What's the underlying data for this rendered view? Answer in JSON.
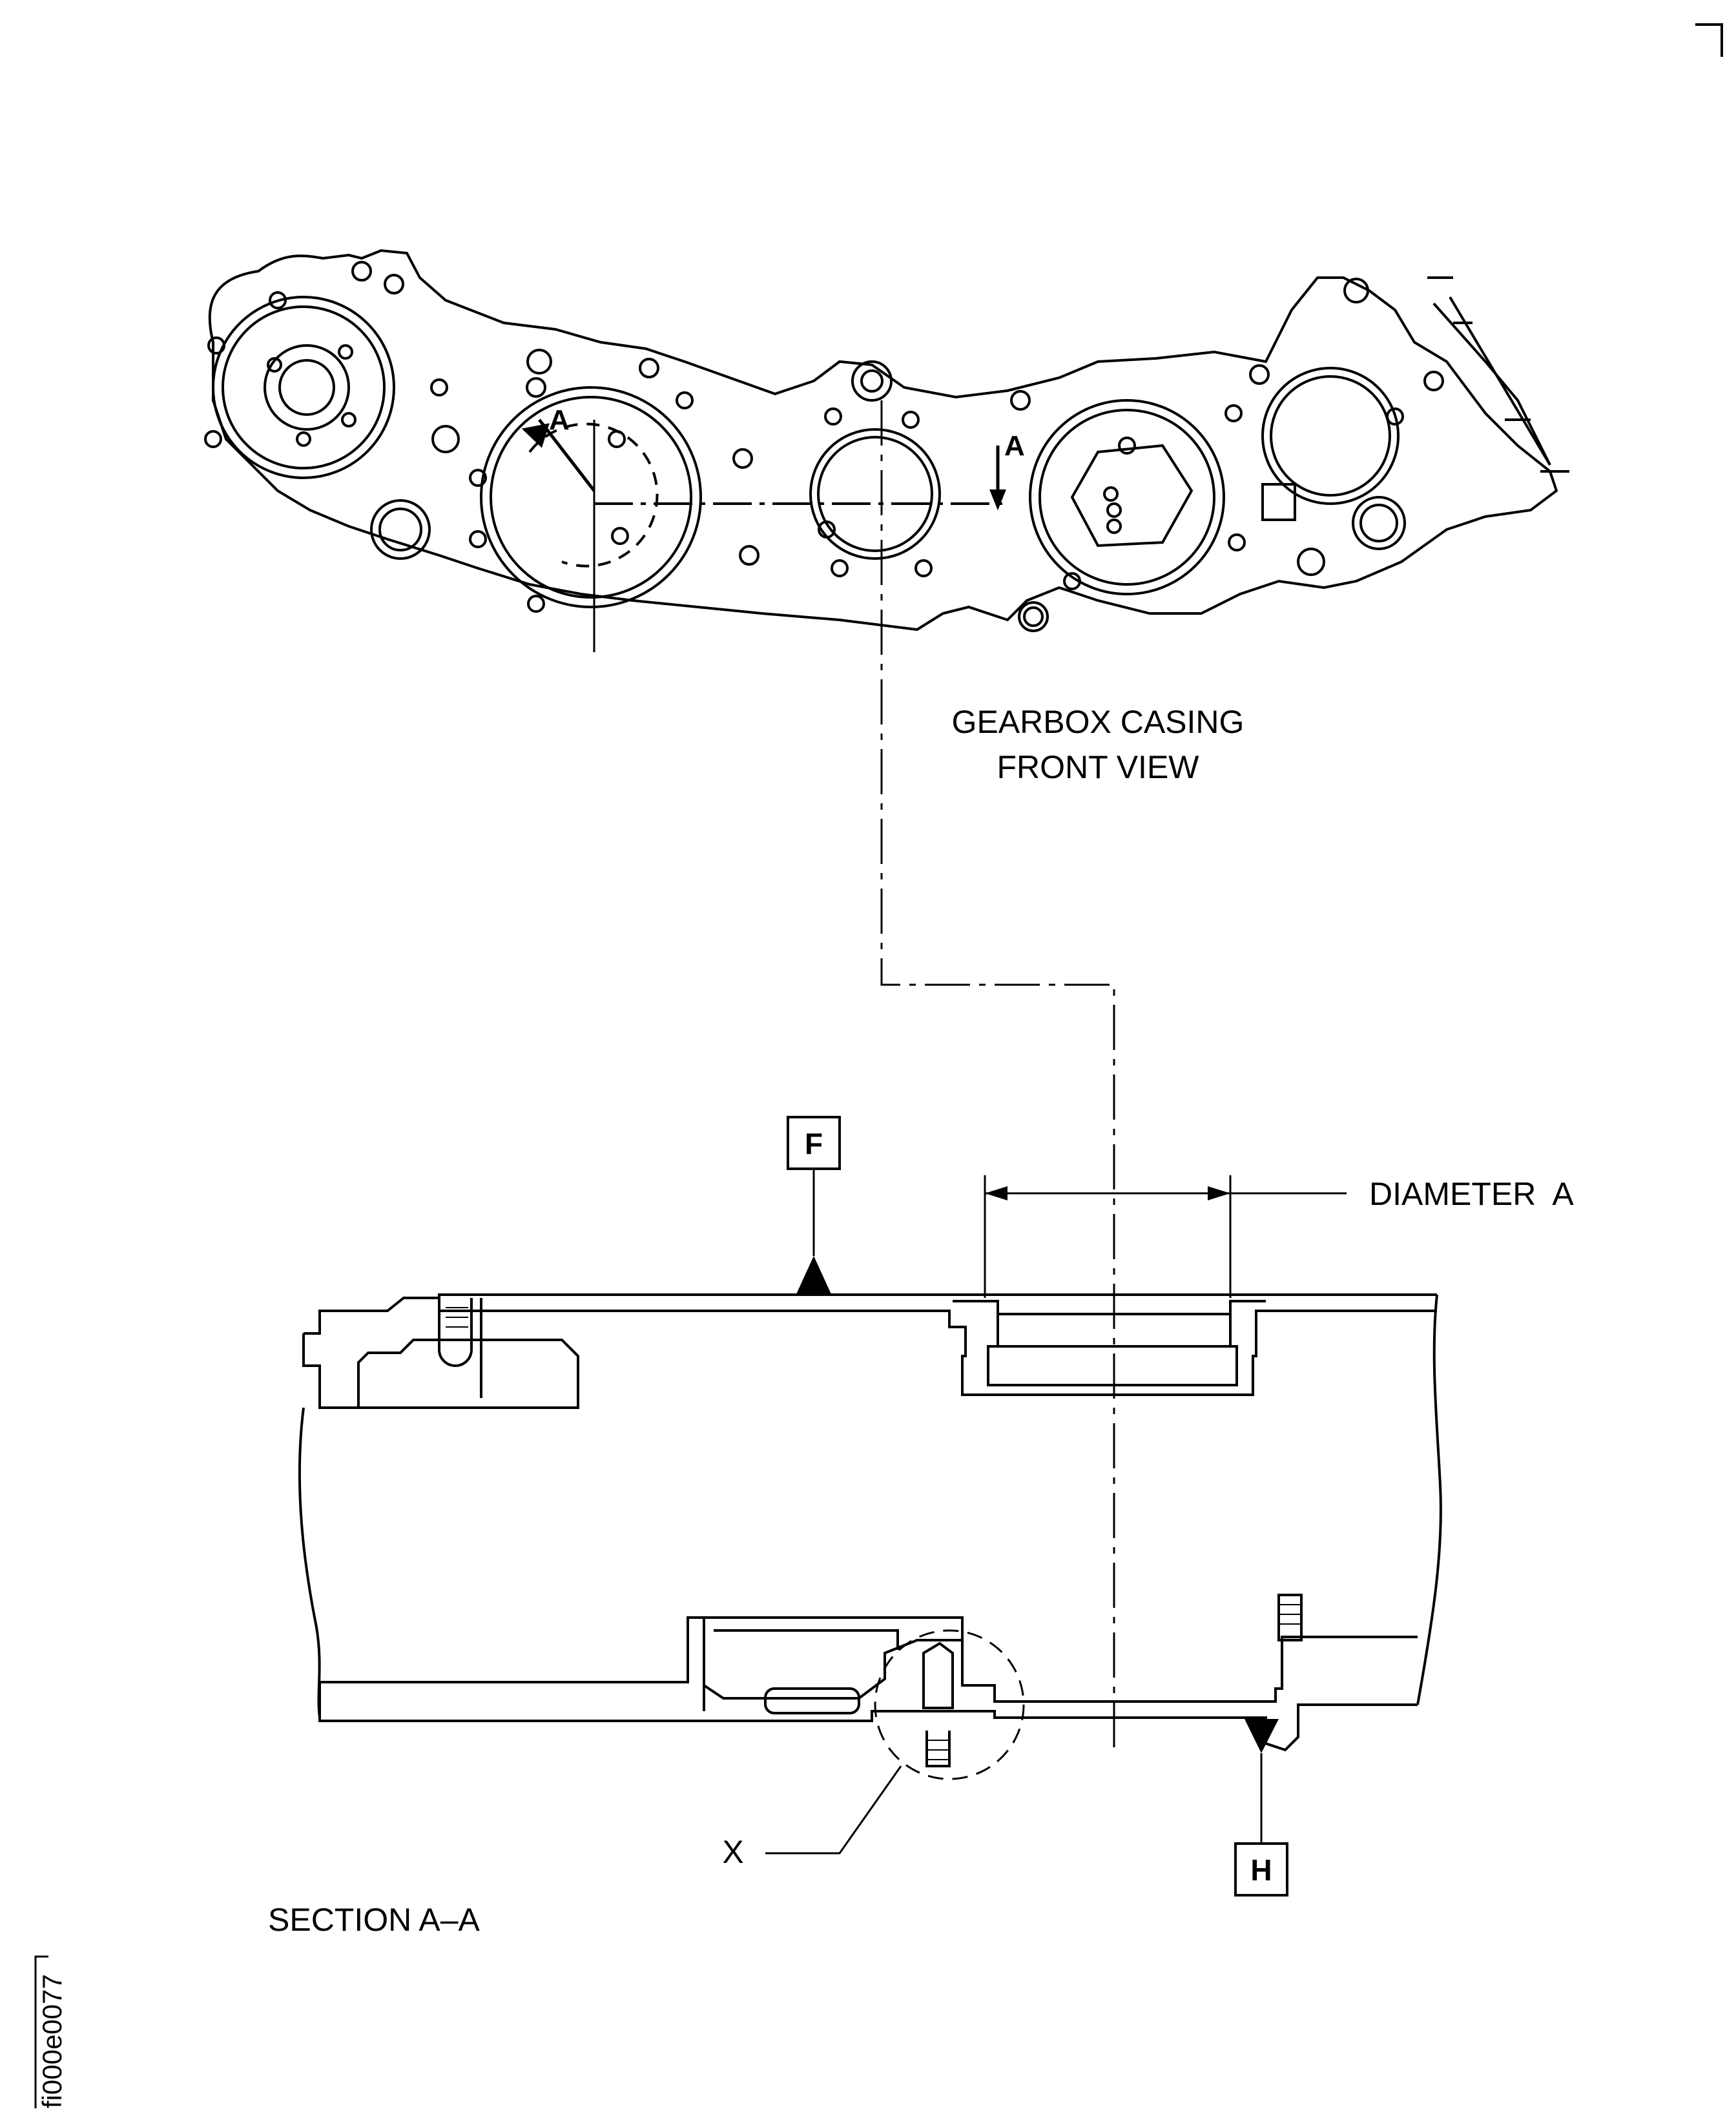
{
  "front_view": {
    "caption_line1": "GEARBOX CASING",
    "caption_line2": "FRONT VIEW",
    "section_mark_left": "A",
    "section_mark_right": "A"
  },
  "section_view": {
    "caption": "SECTION A–A",
    "datum_f": "F",
    "datum_h": "H",
    "dimension_label": "DIAMETER  A",
    "detail_label": "X"
  },
  "figure_ref": "fi000e0077",
  "colors": {
    "line": "#000000",
    "background": "#ffffff"
  }
}
